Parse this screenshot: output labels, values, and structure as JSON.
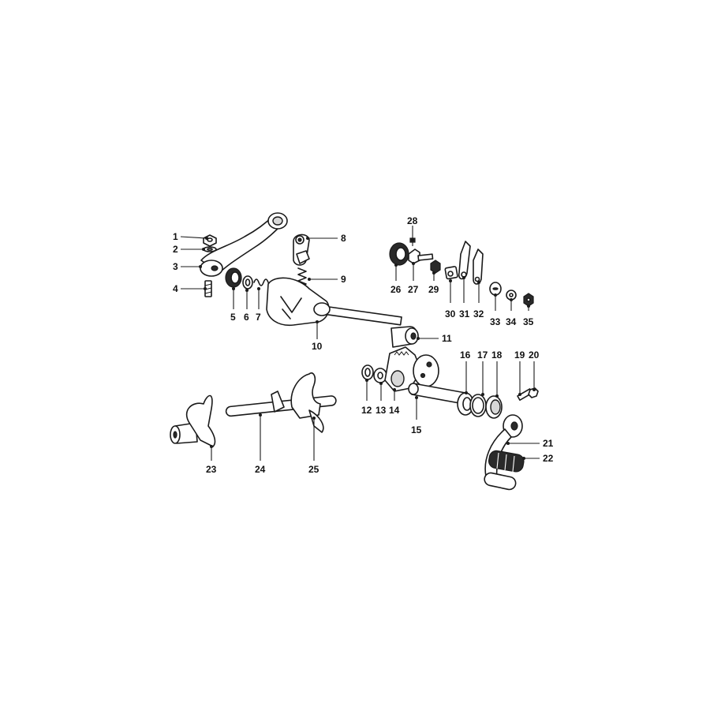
{
  "callouts": [
    {
      "label": "1"
    },
    {
      "label": "2"
    },
    {
      "label": "3"
    },
    {
      "label": "4"
    },
    {
      "label": "5"
    },
    {
      "label": "6"
    },
    {
      "label": "7"
    },
    {
      "label": "8"
    },
    {
      "label": "9"
    },
    {
      "label": "10"
    },
    {
      "label": "11"
    },
    {
      "label": "12"
    },
    {
      "label": "13"
    },
    {
      "label": "14"
    },
    {
      "label": "15"
    },
    {
      "label": "16"
    },
    {
      "label": "17"
    },
    {
      "label": "18"
    },
    {
      "label": "19"
    },
    {
      "label": "20"
    },
    {
      "label": "21"
    },
    {
      "label": "22"
    },
    {
      "label": "23"
    },
    {
      "label": "24"
    },
    {
      "label": "25"
    },
    {
      "label": "26"
    },
    {
      "label": "27"
    },
    {
      "label": "28"
    },
    {
      "label": "29"
    },
    {
      "label": "30"
    },
    {
      "label": "31"
    },
    {
      "label": "32"
    },
    {
      "label": "33"
    },
    {
      "label": "34"
    },
    {
      "label": "35"
    }
  ]
}
